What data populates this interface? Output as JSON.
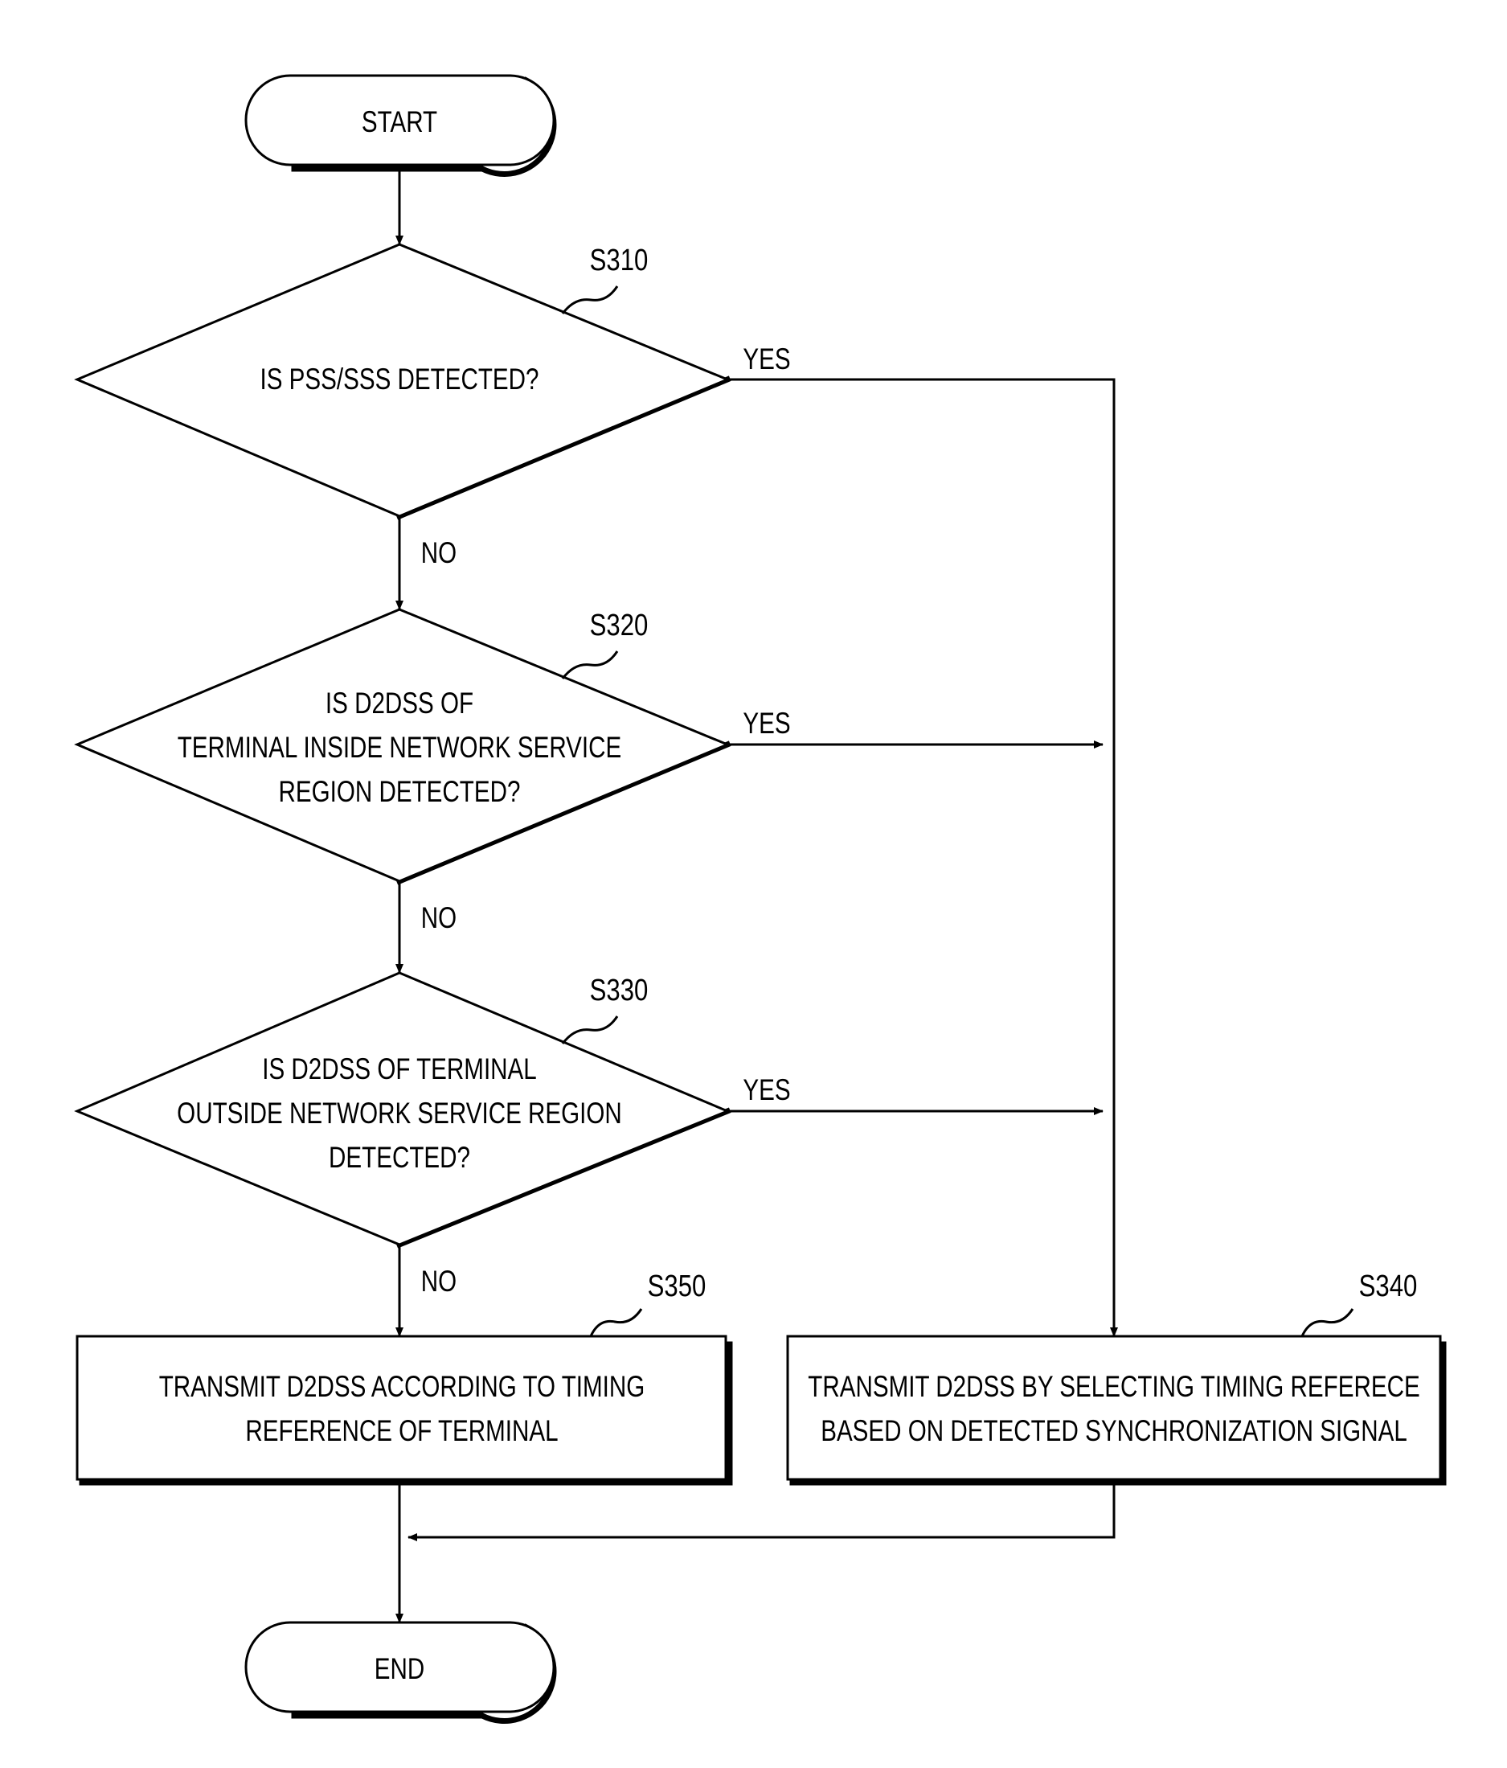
{
  "start": {
    "label": "START"
  },
  "end": {
    "label": "END"
  },
  "decisions": [
    {
      "step": "S310",
      "lines": [
        "IS PSS/SSS DETECTED?"
      ],
      "yes": "YES",
      "no": "NO"
    },
    {
      "step": "S320",
      "lines": [
        "IS D2DSS OF",
        "TERMINAL INSIDE NETWORK SERVICE",
        "REGION DETECTED?"
      ],
      "yes": "YES",
      "no": "NO"
    },
    {
      "step": "S330",
      "lines": [
        "IS D2DSS OF TERMINAL",
        "OUTSIDE NETWORK SERVICE REGION",
        "DETECTED?"
      ],
      "yes": "YES",
      "no": "NO"
    }
  ],
  "processes": [
    {
      "step": "S350",
      "lines": [
        "TRANSMIT D2DSS ACCORDING TO TIMING",
        "REFERENCE OF TERMINAL"
      ]
    },
    {
      "step": "S340",
      "lines": [
        "TRANSMIT D2DSS BY SELECTING TIMING REFERECE",
        "BASED ON DETECTED SYNCHRONIZATION SIGNAL"
      ]
    }
  ]
}
